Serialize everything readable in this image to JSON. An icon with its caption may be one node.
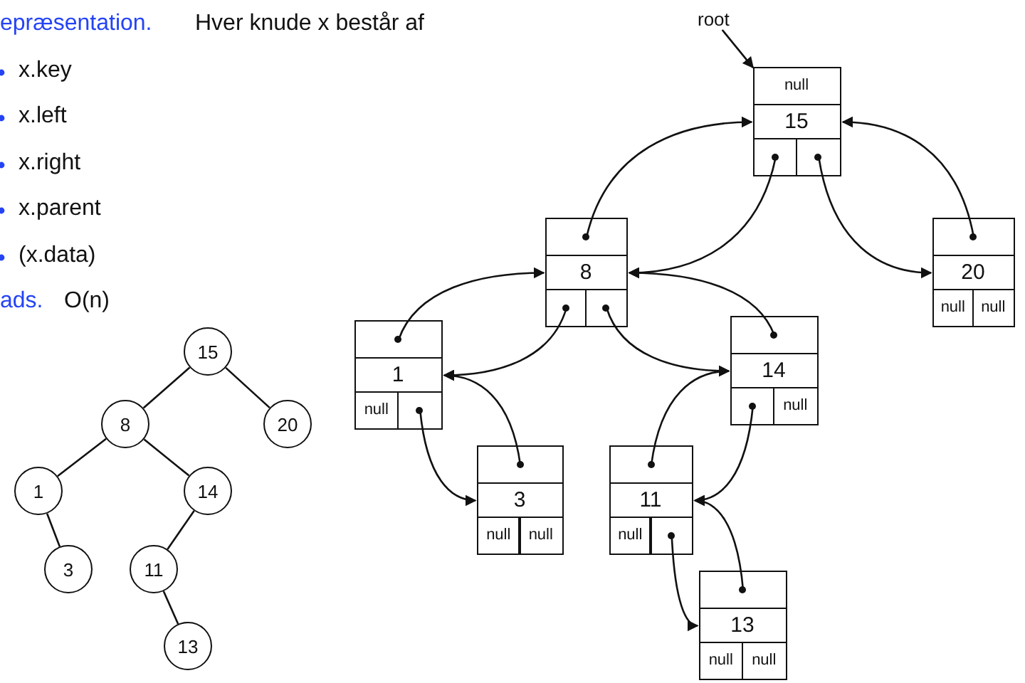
{
  "diagram": {
    "nodes": [
      {
        "text": [
          "15"
        ]
      },
      {
        "text": [
          "8"
        ]
      },
      {
        "text": [
          "20"
        ]
      },
      {
        "text": [
          "1"
        ]
      },
      {
        "text": [
          "14"
        ]
      },
      {
        "text": [
          "3"
        ]
      },
      {
        "text": [
          "11"
        ]
      },
      {
        "text": [
          "13"
        ]
      },
      {
        "text": [
          "root"
        ]
      },
      {
        "text": [],
        "shape": "box"
      },
      {
        "text": [
          "null"
        ],
        "in": 9
      },
      {
        "text": [
          "15"
        ],
        "in": 9
      },
      {
        "text": [],
        "shape": "box",
        "in": 9
      },
      {
        "text": [],
        "shape": "box",
        "in": 9
      },
      {
        "text": [],
        "shape": "box"
      },
      {
        "text": [],
        "shape": "box",
        "in": 14
      },
      {
        "text": [
          "8"
        ],
        "in": 14
      },
      {
        "text": [],
        "shape": "box",
        "in": 14
      },
      {
        "text": [],
        "shape": "box",
        "in": 14
      },
      {
        "text": [],
        "shape": "box"
      },
      {
        "text": [],
        "shape": "box",
        "in": 19
      },
      {
        "text": [
          "20"
        ],
        "in": 19
      },
      {
        "text": [
          "null"
        ],
        "in": 19
      },
      {
        "text": [
          "null"
        ],
        "in": 19
      },
      {
        "text": [],
        "shape": "box"
      },
      {
        "text": [],
        "shape": "box",
        "in": 24
      },
      {
        "text": [
          "1"
        ],
        "in": 24
      },
      {
        "text": [
          "null"
        ],
        "in": 24
      },
      {
        "text": [],
        "shape": "box",
        "in": 24
      },
      {
        "text": [],
        "shape": "box"
      },
      {
        "text": [],
        "shape": "box",
        "in": 29
      },
      {
        "text": [
          "14"
        ],
        "in": 29
      },
      {
        "text": [],
        "shape": "box",
        "in": 29
      },
      {
        "text": [
          "null"
        ],
        "in": 29
      },
      {
        "text": [],
        "shape": "box"
      },
      {
        "text": [],
        "shape": "box",
        "in": 34
      },
      {
        "text": [
          "3"
        ],
        "in": 34
      },
      {
        "text": [
          "null"
        ],
        "in": 34
      },
      {
        "text": [
          "null"
        ],
        "in": 34
      },
      {
        "text": [],
        "shape": "box"
      },
      {
        "text": [],
        "shape": "box",
        "in": 39
      },
      {
        "text": [
          "11"
        ],
        "in": 39
      },
      {
        "text": [
          "null"
        ],
        "in": 39
      },
      {
        "text": [],
        "shape": "box",
        "in": 39
      },
      {
        "text": [],
        "shape": "box"
      },
      {
        "text": [],
        "shape": "box",
        "in": 44
      },
      {
        "text": [
          "13"
        ],
        "in": 44
      },
      {
        "text": [
          "null"
        ],
        "in": 44
      },
      {
        "text": [
          "null"
        ],
        "in": 44
      }
    ],
    "edges": [
      {
        "from": 0,
        "to": 1,
        "arrow": "none"
      },
      {
        "from": 0,
        "to": 2,
        "arrow": "none"
      },
      {
        "from": 1,
        "to": 3,
        "arrow": "none"
      },
      {
        "from": 1,
        "to": 4,
        "arrow": "none"
      },
      {
        "from": 3,
        "to": 5,
        "arrow": "none"
      },
      {
        "from": 4,
        "to": 6,
        "arrow": "none"
      },
      {
        "from": 6,
        "to": 7,
        "arrow": "none"
      },
      {
        "from": 8,
        "to": 9,
        "arrow": "to"
      },
      {
        "from": 12,
        "to": 16,
        "arrow": "to"
      },
      {
        "from": 13,
        "to": 21,
        "arrow": "to"
      },
      {
        "from": 15,
        "to": 11,
        "arrow": "to"
      },
      {
        "from": 20,
        "to": 11,
        "arrow": "to"
      },
      {
        "from": 17,
        "to": 26,
        "arrow": "to"
      },
      {
        "from": 18,
        "to": 31,
        "arrow": "to"
      },
      {
        "from": 25,
        "to": 16,
        "arrow": "to"
      },
      {
        "from": 30,
        "to": 16,
        "arrow": "to"
      },
      {
        "from": 28,
        "to": 36,
        "arrow": "to"
      },
      {
        "from": 35,
        "to": 26,
        "arrow": "to"
      },
      {
        "from": 32,
        "to": 41,
        "arrow": "to"
      },
      {
        "from": 40,
        "to": 31,
        "arrow": "to"
      },
      {
        "from": 43,
        "to": 46,
        "arrow": "to"
      },
      {
        "from": 45,
        "to": 41,
        "arrow": "to"
      }
    ],
    "labels": [
      "epræsentation.",
      "Hver knude x består af",
      "x.key",
      "x.left",
      "x.right",
      "x.parent",
      "(x.data)",
      "ads.",
      "O(n)"
    ]
  }
}
